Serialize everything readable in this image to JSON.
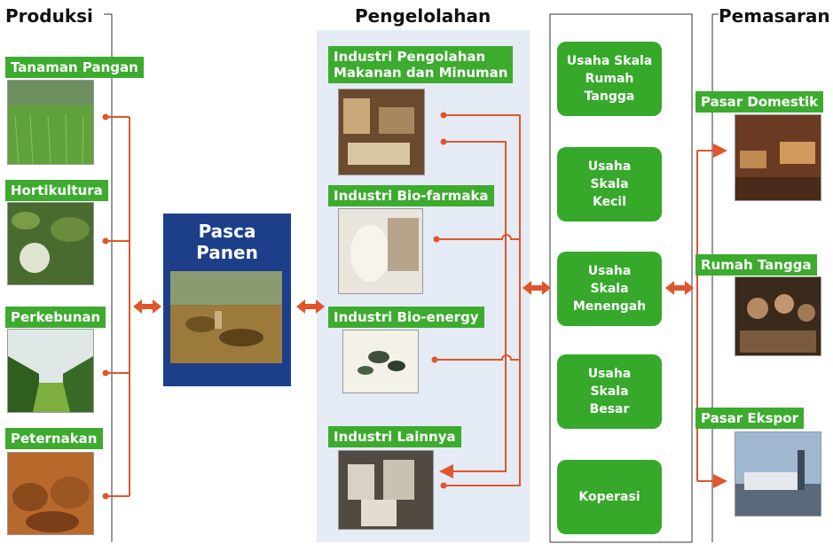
{
  "sections": {
    "produksi": "Produksi",
    "pengelolahan": "Pengelolahan",
    "pemasaran": "Pemasaran"
  },
  "produksi_items": [
    {
      "label": "Tanaman Pangan"
    },
    {
      "label": "Hortikultura"
    },
    {
      "label": "Perkebunan"
    },
    {
      "label": "Peternakan"
    }
  ],
  "pasca_panen": {
    "line1": "Pasca",
    "line2": "Panen"
  },
  "industri_items": [
    {
      "line1": "Industri Pengolahan",
      "line2": "Makanan dan Minuman"
    },
    {
      "line1": "Industri Bio-farmaka"
    },
    {
      "line1": "Industri Bio-energy"
    },
    {
      "line1": "Industri Lainnya"
    }
  ],
  "usaha_items": [
    {
      "lines": [
        "Usaha Skala",
        "Rumah",
        "Tangga"
      ]
    },
    {
      "lines": [
        "Usaha",
        "Skala",
        "Kecil"
      ]
    },
    {
      "lines": [
        "Usaha",
        "Skala",
        "Menengah"
      ]
    },
    {
      "lines": [
        "Usaha",
        "Skala",
        "Besar"
      ]
    },
    {
      "lines": [
        "Koperasi"
      ]
    }
  ],
  "pemasaran_items": [
    {
      "label": "Pasar Domestik"
    },
    {
      "label": "Rumah Tangga"
    },
    {
      "label": "Pasar Ekspor"
    }
  ],
  "colors": {
    "green": "#3cab2e",
    "connector": "#e0552a",
    "pasca_bg": "#1d3f8a",
    "pengelolahan_bg": "#e4ebf4"
  }
}
